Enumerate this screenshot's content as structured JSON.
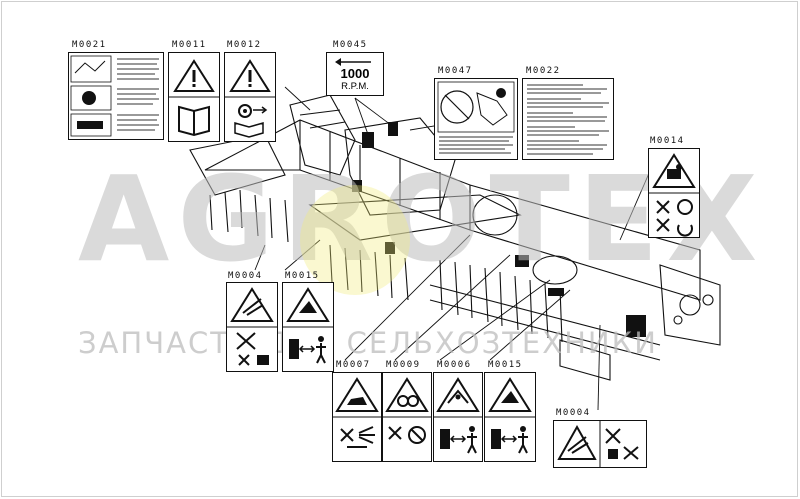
{
  "labels": {
    "m0021": "M0021",
    "m0011": "M0011",
    "m0012": "M0012",
    "m0045": "M0045",
    "m0047": "M0047",
    "m0022": "M0022",
    "m0014": "M0014",
    "m0004_left": "M0004",
    "m0015_left": "M0015",
    "m0007": "M0007",
    "m0009": "M0009",
    "m0006": "M0006",
    "m0015_bottom": "M0015",
    "m0004_right": "M0004"
  },
  "sign_text": {
    "rpm_value": "1000",
    "rpm_unit": "R.P.M."
  },
  "watermark": {
    "brand": "AGROTEX",
    "tagline": "ЗАПЧАСТИ ДЛЯ СЕЛЬХОЗТЕХНИКИ"
  }
}
